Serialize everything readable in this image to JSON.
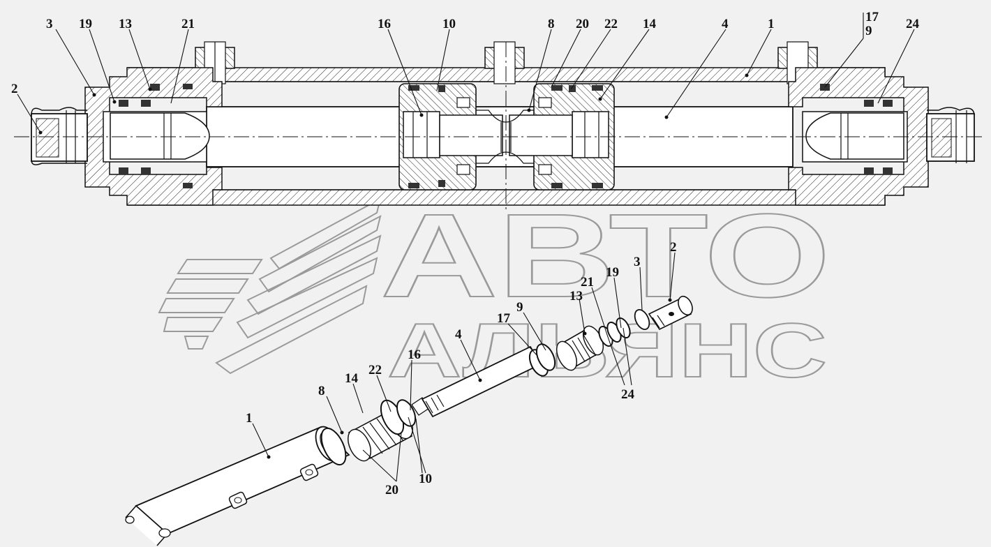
{
  "watermark": {
    "line1": "АВТО",
    "line2": "АЛЬЯНС",
    "logo_icon": "wing-stripes-logo-icon"
  },
  "section_view": {
    "callouts": [
      "3",
      "19",
      "13",
      "21",
      "16",
      "10",
      "8",
      "20",
      "22",
      "14",
      "4",
      "1",
      "17",
      "9",
      "24",
      "2"
    ]
  },
  "exploded_view": {
    "callouts": [
      "2",
      "3",
      "19",
      "21",
      "13",
      "9",
      "17",
      "4",
      "24",
      "16",
      "22",
      "14",
      "8",
      "1",
      "10",
      "20"
    ]
  },
  "colors": {
    "background": "#f1f1f1",
    "line": "#111111",
    "watermark": "#9a9a9a"
  }
}
